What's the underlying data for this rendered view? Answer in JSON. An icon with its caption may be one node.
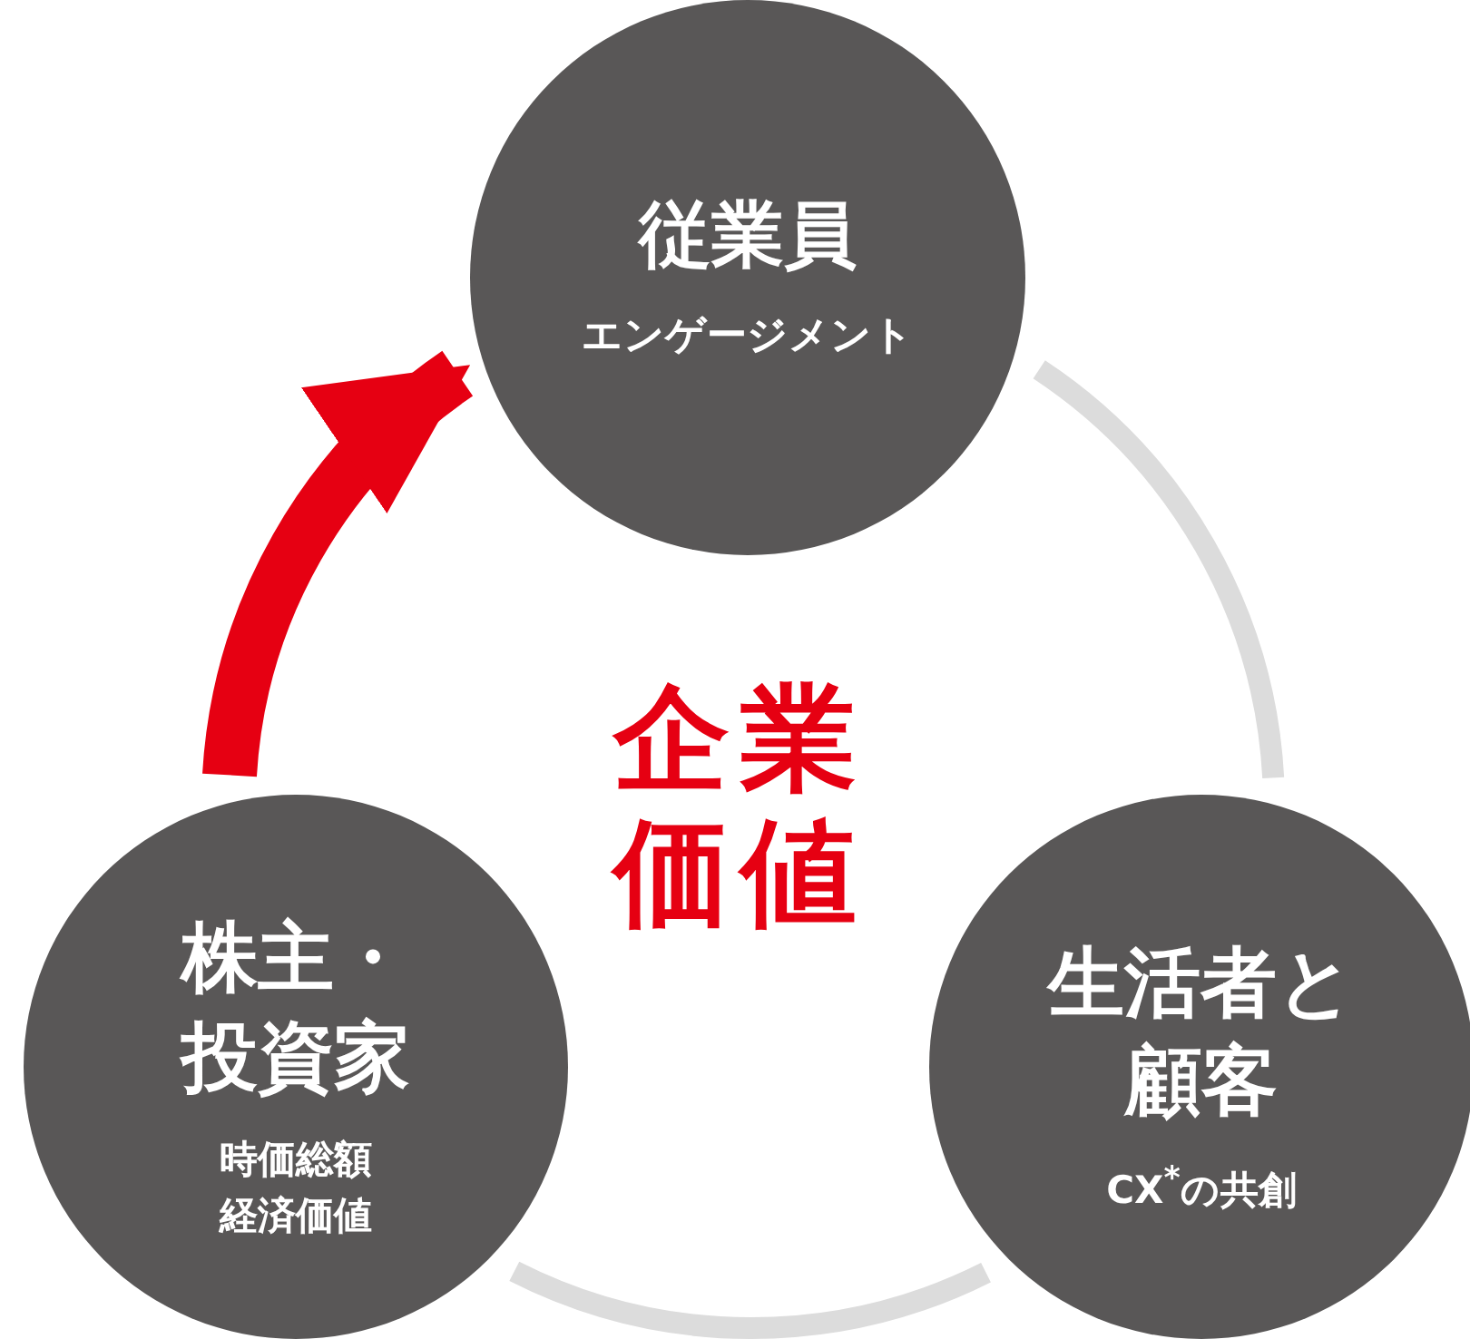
{
  "diagram": {
    "nodes": [
      {
        "text": [
          "従業員",
          "エンゲージメント"
        ]
      },
      {
        "text": [
          "生活者と顧客",
          "CX$^{*}$の共創"
        ]
      },
      {
        "text": [
          "株主・投資家",
          "時価総額",
          "経済価値"
        ]
      }
    ],
    "edges": [
      {
        "from": 0,
        "to": 1,
        "arrow": "none"
      },
      {
        "from": 1,
        "to": 2,
        "arrow": "none"
      },
      {
        "from": 2,
        "to": 0,
        "arrow": "to",
        "style": "thick",
        "color": "#e60012"
      }
    ],
    "labels": [
      "企業価値"
    ]
  }
}
